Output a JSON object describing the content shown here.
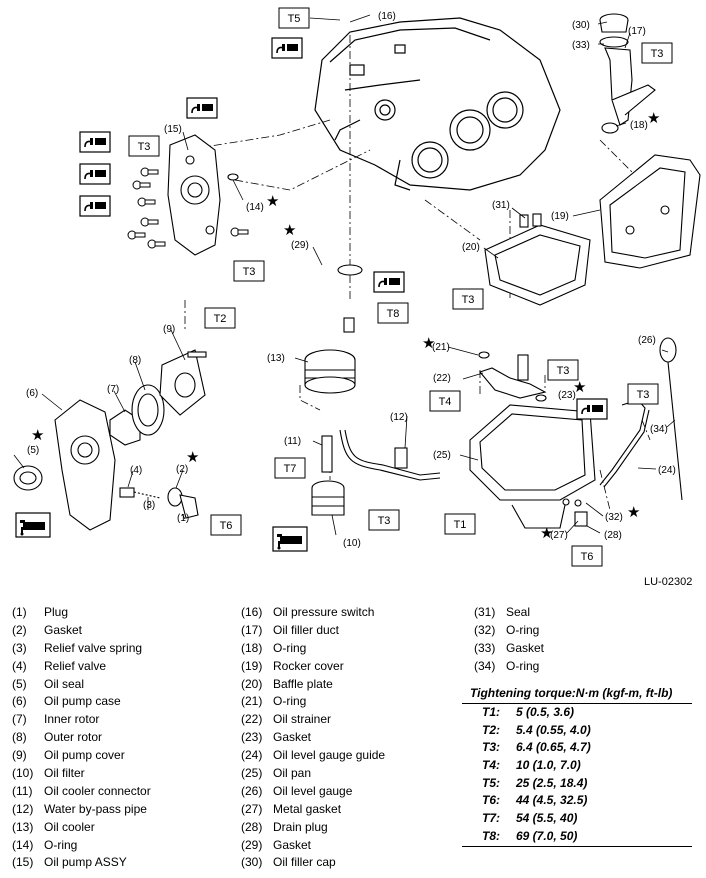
{
  "figure_ref": "LU-02302",
  "callouts": {
    "t5": "T5",
    "t3a": "T3",
    "t3b": "T3",
    "t3c": "T3",
    "t3d": "T3",
    "t3e": "T3",
    "t3f": "T3",
    "t2": "T2",
    "t8": "T8",
    "t4": "T4",
    "t7": "T7",
    "t1": "T1",
    "t6a": "T6",
    "t6b": "T6"
  },
  "part_labels": {
    "p16": "(16)",
    "p30": "(30)",
    "p33": "(33)",
    "p17": "(17)",
    "p18": "(18)",
    "p15": "(15)",
    "p14": "(14)",
    "p29": "(29)",
    "p31": "(31)",
    "p19": "(19)",
    "p20": "(20)",
    "p9": "(9)",
    "p8": "(8)",
    "p7": "(7)",
    "p6": "(6)",
    "p5": "(5)",
    "p4": "(4)",
    "p2": "(2)",
    "p3": "(3)",
    "p1": "(1)",
    "p13": "(13)",
    "p21": "(21)",
    "p26": "(26)",
    "p22": "(22)",
    "p23": "(23)",
    "p34": "(34)",
    "p12": "(12)",
    "p11": "(11)",
    "p24": "(24)",
    "p25": "(25)",
    "p32": "(32)",
    "p27": "(27)",
    "p28": "(28)",
    "p10": "(10)"
  },
  "legend": {
    "col1": [
      {
        "num": "(1)",
        "name": "Plug"
      },
      {
        "num": "(2)",
        "name": "Gasket"
      },
      {
        "num": "(3)",
        "name": "Relief valve spring"
      },
      {
        "num": "(4)",
        "name": "Relief valve"
      },
      {
        "num": "(5)",
        "name": "Oil seal"
      },
      {
        "num": "(6)",
        "name": "Oil pump case"
      },
      {
        "num": "(7)",
        "name": "Inner rotor"
      },
      {
        "num": "(8)",
        "name": "Outer rotor"
      },
      {
        "num": "(9)",
        "name": "Oil pump cover"
      },
      {
        "num": "(10)",
        "name": "Oil filter"
      },
      {
        "num": "(11)",
        "name": "Oil cooler connector"
      },
      {
        "num": "(12)",
        "name": "Water by-pass pipe"
      },
      {
        "num": "(13)",
        "name": "Oil cooler"
      },
      {
        "num": "(14)",
        "name": "O-ring"
      },
      {
        "num": "(15)",
        "name": "Oil pump ASSY"
      }
    ],
    "col2": [
      {
        "num": "(16)",
        "name": "Oil pressure switch"
      },
      {
        "num": "(17)",
        "name": "Oil filler duct"
      },
      {
        "num": "(18)",
        "name": "O-ring"
      },
      {
        "num": "(19)",
        "name": "Rocker cover"
      },
      {
        "num": "(20)",
        "name": "Baffle plate"
      },
      {
        "num": "(21)",
        "name": "O-ring"
      },
      {
        "num": "(22)",
        "name": "Oil strainer"
      },
      {
        "num": "(23)",
        "name": "Gasket"
      },
      {
        "num": "(24)",
        "name": "Oil level gauge guide"
      },
      {
        "num": "(25)",
        "name": "Oil pan"
      },
      {
        "num": "(26)",
        "name": "Oil level gauge"
      },
      {
        "num": "(27)",
        "name": "Metal gasket"
      },
      {
        "num": "(28)",
        "name": "Drain plug"
      },
      {
        "num": "(29)",
        "name": "Gasket"
      },
      {
        "num": "(30)",
        "name": "Oil filler cap"
      }
    ],
    "col3": [
      {
        "num": "(31)",
        "name": "Seal"
      },
      {
        "num": "(32)",
        "name": "O-ring"
      },
      {
        "num": "(33)",
        "name": "Gasket"
      },
      {
        "num": "(34)",
        "name": "O-ring"
      }
    ]
  },
  "torque": {
    "title": "Tightening torque:N·m (kgf-m, ft-lb)",
    "rows": [
      {
        "key": "T1:",
        "value": "5 (0.5, 3.6)"
      },
      {
        "key": "T2:",
        "value": "5.4 (0.55, 4.0)"
      },
      {
        "key": "T3:",
        "value": "6.4 (0.65, 4.7)"
      },
      {
        "key": "T4:",
        "value": "10 (1.0, 7.0)"
      },
      {
        "key": "T5:",
        "value": "25 (2.5, 18.4)"
      },
      {
        "key": "T6:",
        "value": "44 (4.5, 32.5)"
      },
      {
        "key": "T7:",
        "value": "54 (5.5, 40)"
      },
      {
        "key": "T8:",
        "value": "69 (7.0, 50)"
      }
    ]
  }
}
